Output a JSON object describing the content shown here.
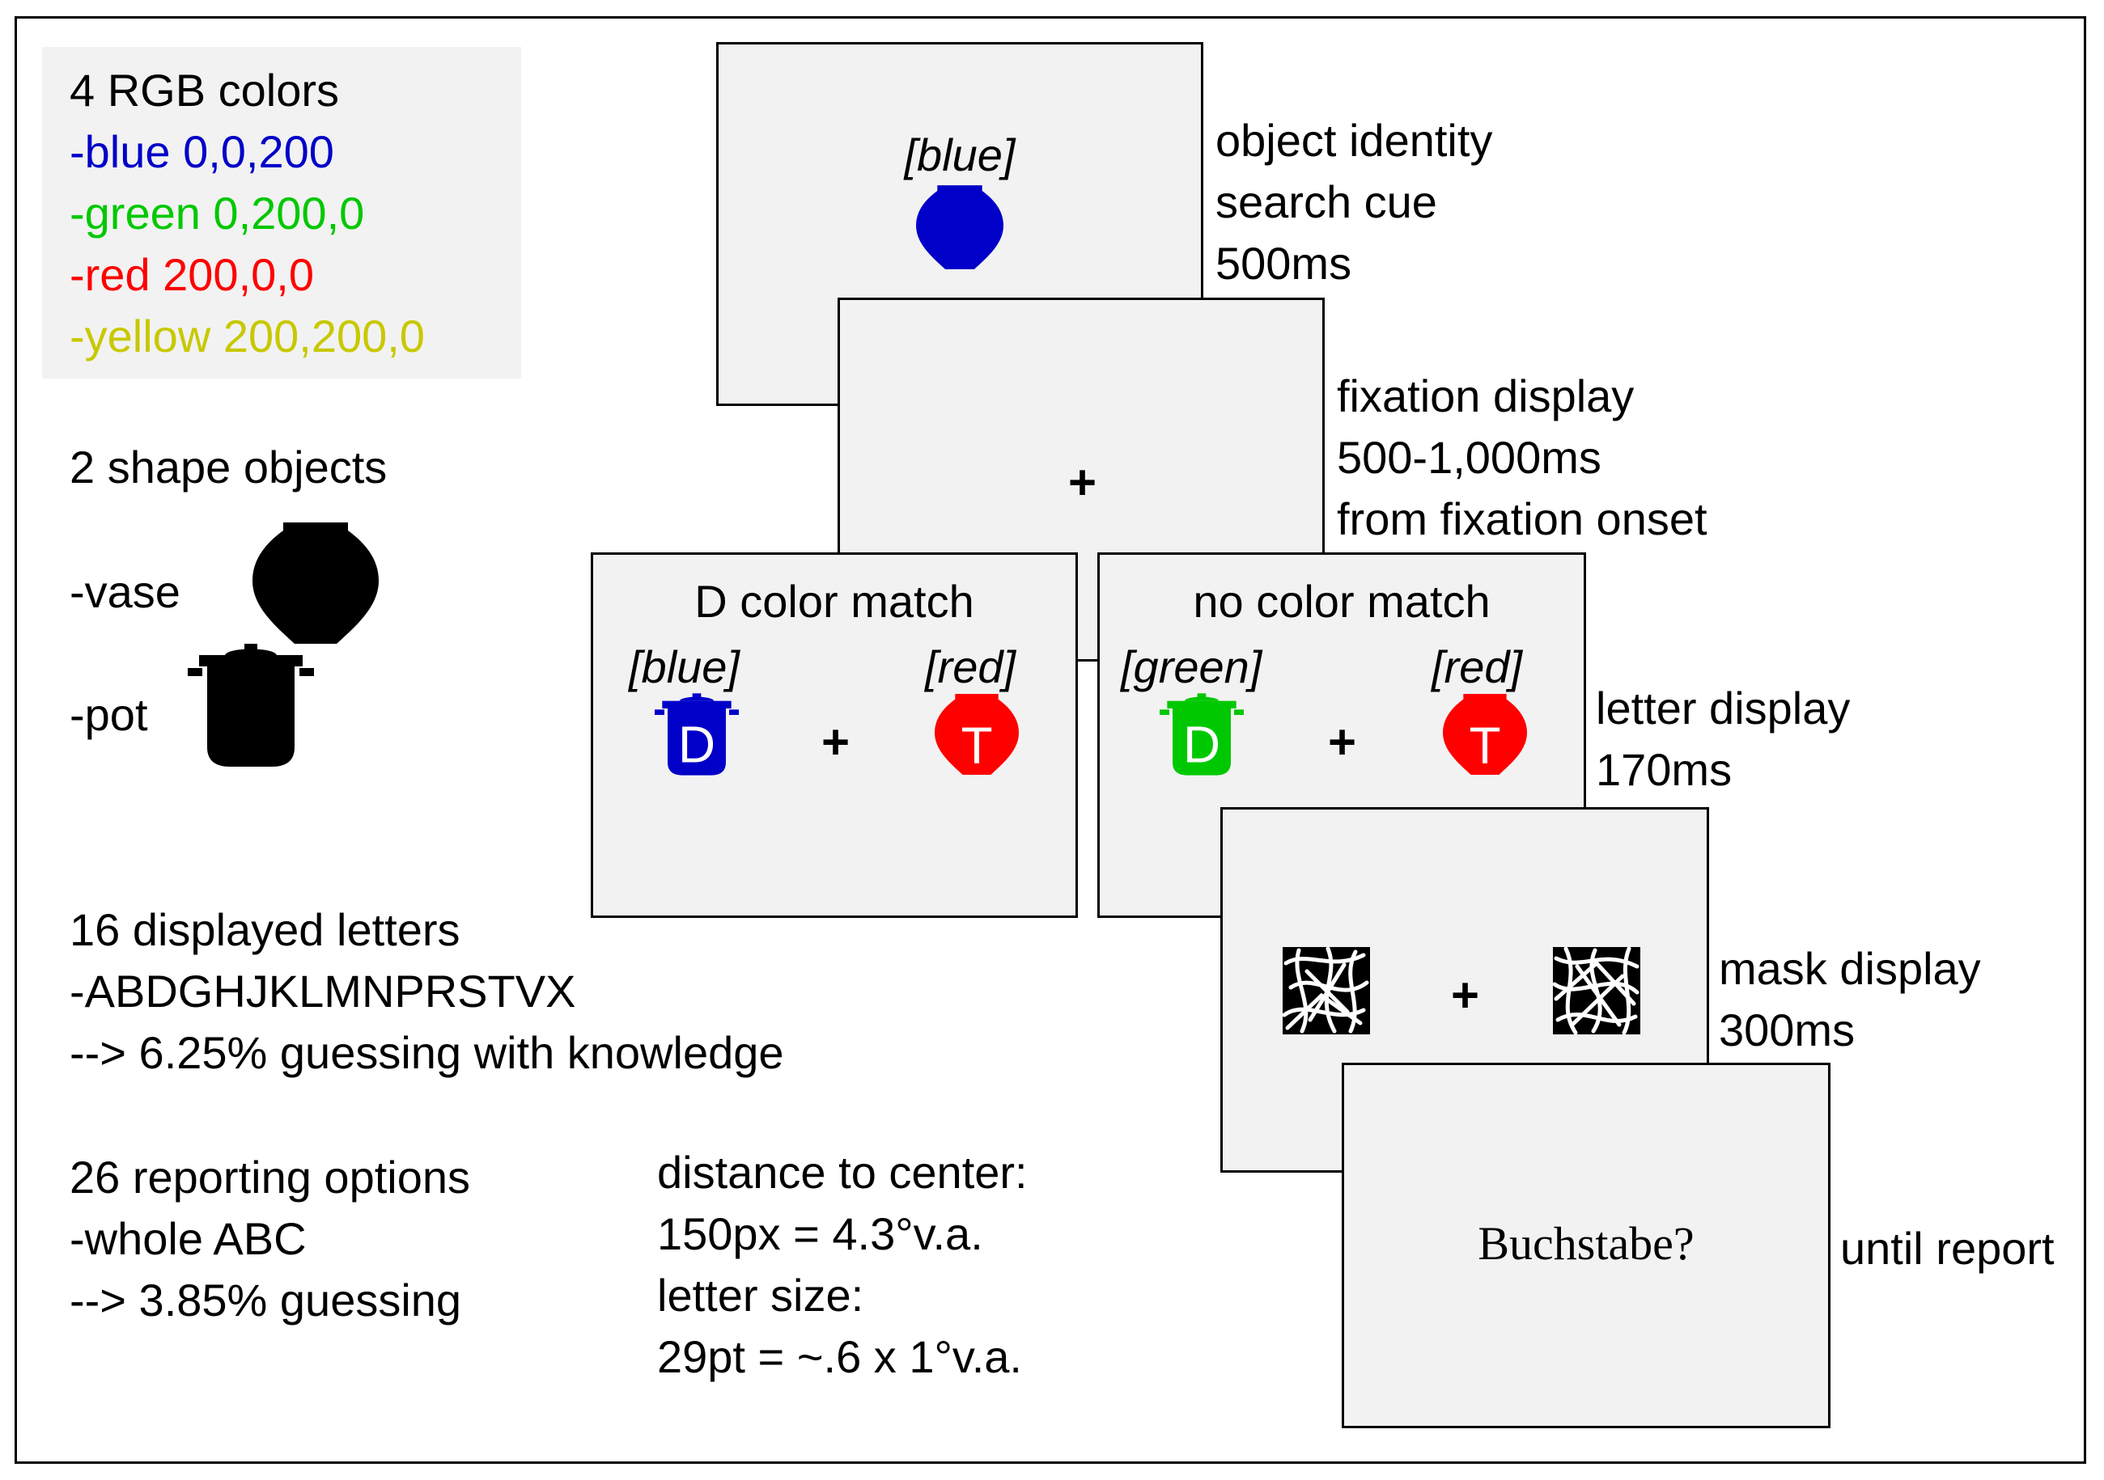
{
  "colors": {
    "blue": "#0000c8",
    "green": "#00c800",
    "red": "#ff0000",
    "yellow": "#c8c800",
    "screen_bg": "#f2f2f2",
    "legend_bg": "#f2f2f2"
  },
  "legend": {
    "title": "4 RGB colors",
    "blue": "-blue 0,0,200",
    "green": "-green 0,200,0",
    "red": "-red 200,0,0",
    "yellow": "-yellow 200,200,0"
  },
  "shapes": {
    "title": "2 shape objects",
    "vase": "-vase",
    "pot": "-pot"
  },
  "letters": {
    "title": "16 displayed letters",
    "list": "-ABDGHJKLMNPRSTVX",
    "guess": "--> 6.25% guessing with knowledge"
  },
  "reporting": {
    "title": "26 reporting options",
    "whole": "-whole ABC",
    "guess": "--> 3.85% guessing"
  },
  "geometry_notes": {
    "line1": "distance to center:",
    "line2": "150px = 4.3°v.a.",
    "line3": "letter size:",
    "line4": "29pt = ~.6 x 1°v.a."
  },
  "cue_screen": {
    "cue": "[blue]",
    "label1": "object identity",
    "label2": "search cue",
    "label3": "500ms",
    "object": "vase-icon"
  },
  "fixation_screen": {
    "plus": "+",
    "label1": "fixation display",
    "label2": "500-1,000ms",
    "label3": "from fixation onset"
  },
  "letter_screen_match": {
    "title": "D color match",
    "left_cue": "[blue]",
    "right_cue": "[red]",
    "left_letter": "D",
    "right_letter": "T",
    "plus": "+"
  },
  "letter_screen_nomatch": {
    "title": "no color match",
    "left_cue": "[green]",
    "right_cue": "[red]",
    "left_letter": "D",
    "right_letter": "T",
    "plus": "+",
    "label1": "letter display",
    "label2": "170ms"
  },
  "mask_screen": {
    "plus": "+",
    "label1": "mask display",
    "label2": "300ms"
  },
  "report_screen": {
    "prompt": "Buchstabe?",
    "label1": "until report"
  }
}
